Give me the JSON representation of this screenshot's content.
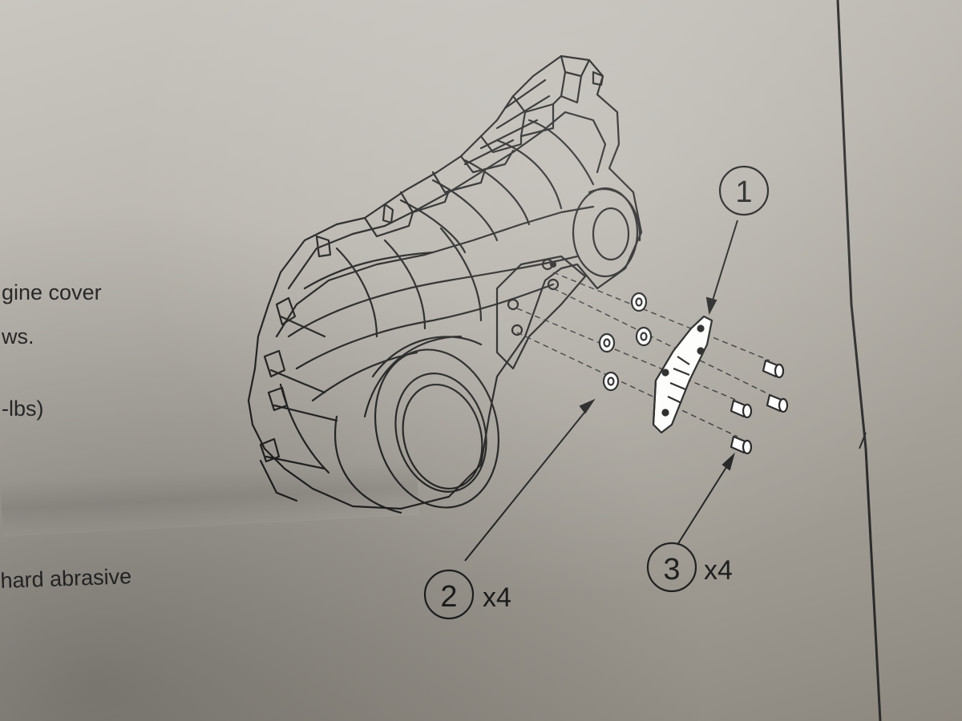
{
  "side_text": {
    "line1": "gine cover",
    "line2": "ws.",
    "line3": "-lbs)",
    "line4": "hard abrasive"
  },
  "callouts": [
    {
      "number": "1",
      "qty": ""
    },
    {
      "number": "2",
      "qty": "x4"
    },
    {
      "number": "3",
      "qty": "x4"
    }
  ]
}
